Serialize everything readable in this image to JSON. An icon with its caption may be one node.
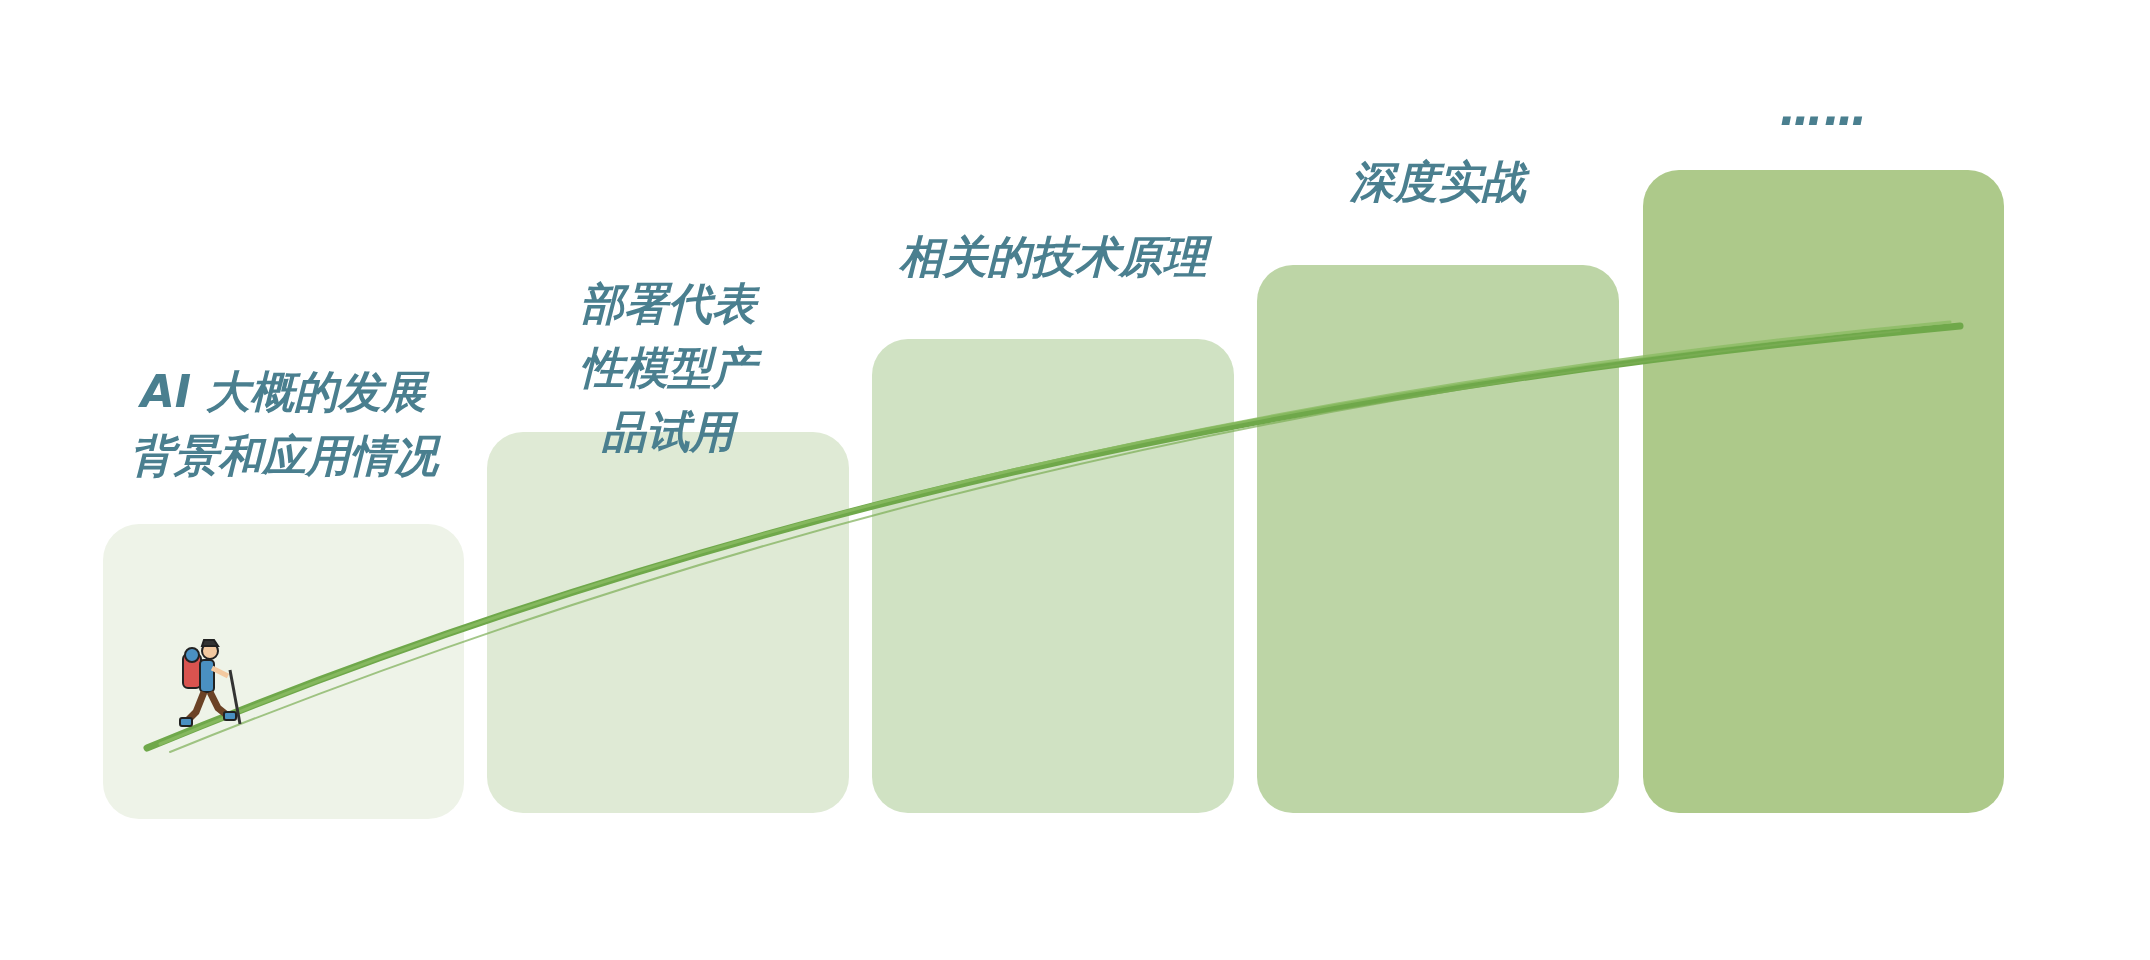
{
  "diagram": {
    "nodes": [
      {
        "text": [
          "AI 大概的发展背景和应用情况"
        ]
      },
      {
        "text": [
          "部署代表性模型产品试用"
        ]
      },
      {
        "text": [
          "相关的技术原理"
        ]
      },
      {
        "text": [
          "深度实战"
        ]
      },
      {
        "text": [
          "……"
        ]
      }
    ]
  }
}
